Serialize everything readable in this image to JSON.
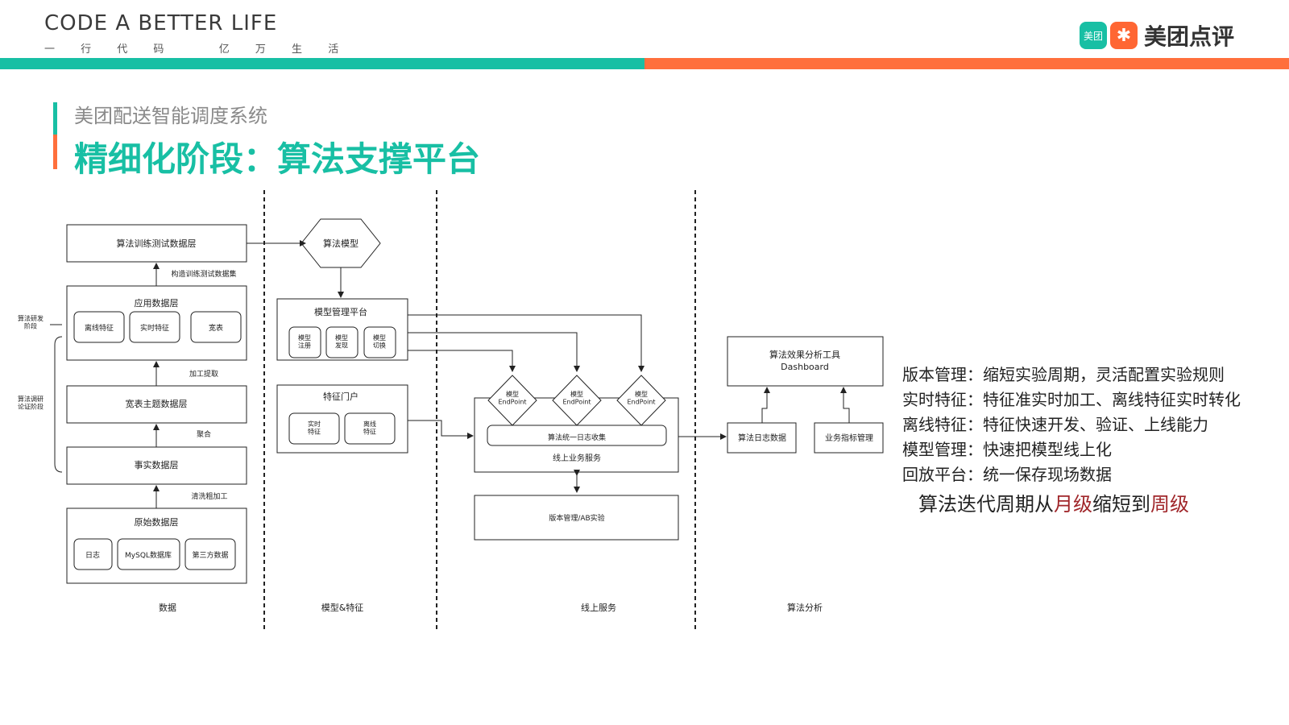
{
  "header": {
    "brand_en": "CODE A BETTER LIFE",
    "brand_cn": "一 行 代 码   亿 万 生 活",
    "logo_mark": "美团",
    "logo_text": "美团点评",
    "colors": {
      "green": "#18bfa4",
      "orange": "#ff6f3c",
      "highlight": "#a0262a"
    }
  },
  "slide": {
    "subtitle": "美团配送智能调度系统",
    "title": "精细化阶段：算法支撑平台"
  },
  "diagram": {
    "columns": [
      "数据",
      "模型&特征",
      "线上服务",
      "算法分析"
    ],
    "stage_labels": {
      "research": "算法研发\n阶段",
      "investigate": "算法调研\n论证阶段"
    },
    "boxes": {
      "train_data": "算法训练测试数据层",
      "app_data": "应用数据层",
      "offline_feat": "离线特征",
      "realtime_feat": "实时特征",
      "wide_table": "宽表",
      "wide_topic": "宽表主题数据层",
      "fact": "事实数据层",
      "raw": "原始数据层",
      "log": "日志",
      "mysql": "MySQL数据库",
      "third": "第三方数据",
      "algo_model": "算法模型",
      "model_mgmt": "模型管理平台",
      "model_reg": "模型\n注册",
      "model_disc": "模型\n发现",
      "model_switch": "模型\n切换",
      "feature_portal": "特征门户",
      "rt_feature": "实时\n特征",
      "off_feature": "离线\n特征",
      "endpoint": "模型\nEndPoint",
      "log_collect": "算法统一日志收集",
      "online_service": "线上业务服务",
      "ab_test": "版本管理/AB实验",
      "analysis_tool": "算法效果分析工具",
      "dashboard": "Dashboard",
      "algo_log": "算法日志数据",
      "biz_metric": "业务指标管理"
    },
    "edges": {
      "build": "构造训练测试数据集",
      "extract": "加工提取",
      "aggregate": "聚合",
      "clean": "清洗粗加工"
    }
  },
  "features": [
    "版本管理：缩短实验周期，灵活配置实验规则",
    "实时特征：特征准实时加工、离线特征实时转化",
    "离线特征：特征快速开发、验证、上线能力",
    "模型管理：快速把模型线上化",
    "回放平台：统一保存现场数据"
  ],
  "summary": {
    "p1": "算法迭代周期从",
    "h1": "月级",
    "p2": "缩短到",
    "h2": "周级"
  }
}
